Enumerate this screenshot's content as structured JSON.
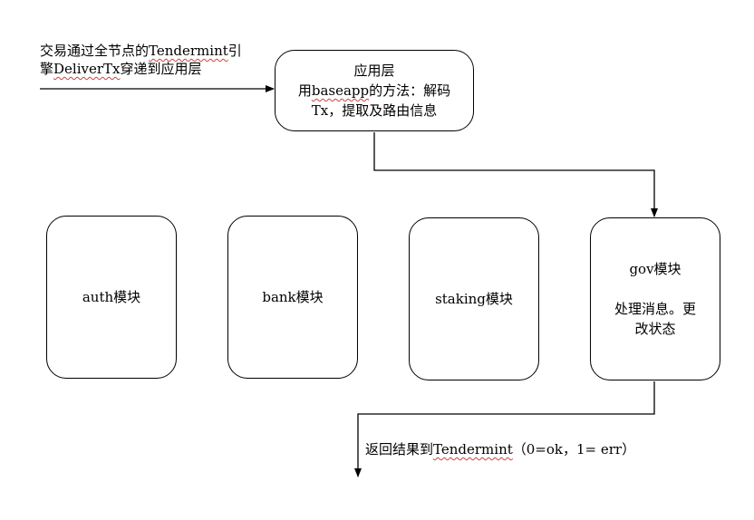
{
  "input_label": {
    "line1_prefix": "交易通过全节点的",
    "line1_term": "Tendermint",
    "line1_suffix": "引",
    "line2_prefix": "擎",
    "line2_term": "DeliverTx",
    "line2_suffix": "穿递到应用层"
  },
  "app_layer": {
    "title": "应用层",
    "line2_prefix": "用",
    "line2_term": "baseapp",
    "line2_suffix": "的方法：解码",
    "line3": "Tx，提取及路由信息"
  },
  "modules": {
    "auth": "auth模块",
    "bank": "bank模块",
    "staking": "staking模块",
    "gov_title": "gov模块",
    "gov_desc_line1": "处理消息。更",
    "gov_desc_line2": "改状态"
  },
  "output_label": {
    "prefix": "返回结果到",
    "term": "Tendermint",
    "suffix": "（0=ok，1= err）"
  }
}
